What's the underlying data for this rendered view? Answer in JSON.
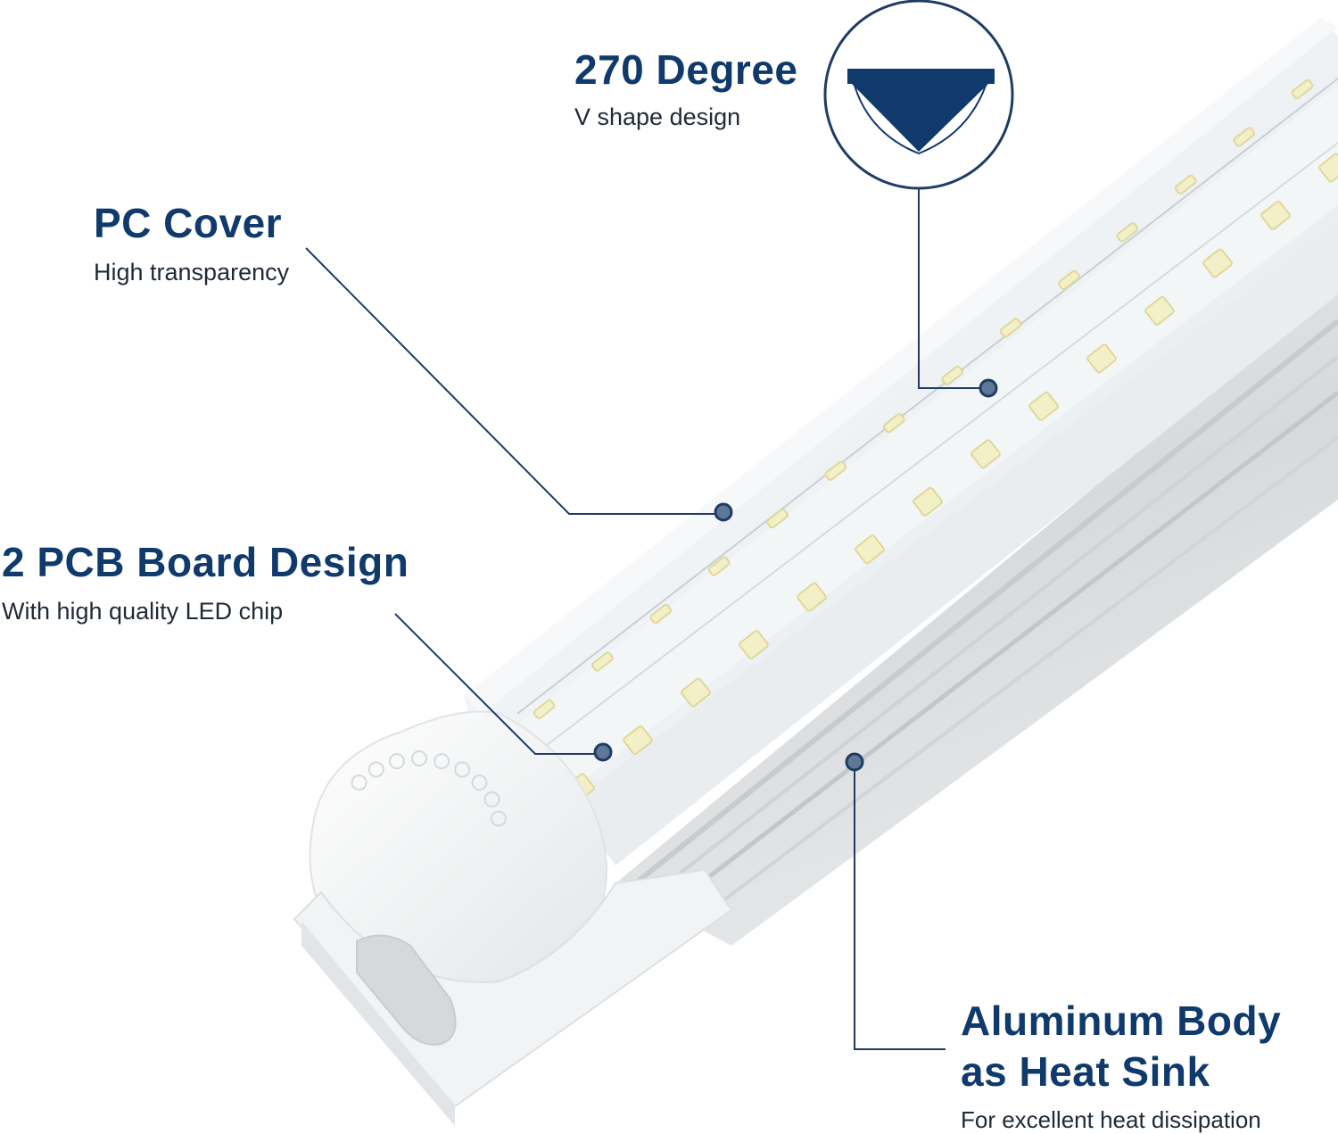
{
  "callouts": {
    "v_shape": {
      "title": "270 Degree",
      "subtitle": "V shape design"
    },
    "pc_cover": {
      "title": "PC Cover",
      "subtitle": "High transparency"
    },
    "pcb": {
      "title": "2 PCB Board Design",
      "subtitle": "With high quality LED chip"
    },
    "aluminum": {
      "title_line1": "Aluminum Body",
      "title_line2": "as Heat Sink",
      "subtitle": "For excellent heat dissipation"
    }
  },
  "colors": {
    "accent": "#0f3a6b",
    "leader_line": "#1f3c63",
    "marker_fill": "#5f7897",
    "led_chip": "#f3f0c8",
    "tube_cover": "#eef1f3",
    "aluminum": "#d9dcde"
  }
}
